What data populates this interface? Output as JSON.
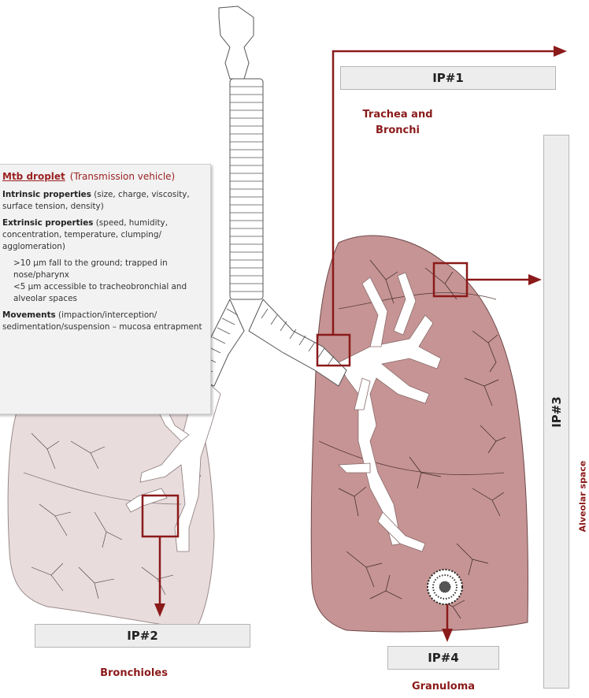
{
  "info_panel": {
    "title": "Mtb droplet",
    "subtitle": "(Transmission vehicle)",
    "intrinsic_label": "Intrinsic properties",
    "intrinsic_text": " (size, charge, viscosity, surface tension, density)",
    "extrinsic_label": "Extrinsic properties",
    "extrinsic_text": " (speed, humidity, concentration, temperature, clumping/ agglomeration)",
    "size_large": ">10 μm fall to the ground; trapped in nose/pharynx",
    "size_small": "<5 μm accessible to tracheobronchial and alveolar spaces",
    "movements_label": "Movements",
    "movements_text": " (impaction/interception/ sedimentation/suspension – mucosa entrapment"
  },
  "ip1": {
    "label": "IP#1",
    "site": "Trachea and Bronchi"
  },
  "ip2": {
    "label": "IP#2",
    "site": "Bronchioles"
  },
  "ip3": {
    "label": "IP#3",
    "site": "Alveolar space"
  },
  "ip4": {
    "label": "IP#4",
    "site": "Granuloma"
  },
  "colors": {
    "accent": "#8b1a1a",
    "lung_right": "#c69494",
    "lung_left": "#e9dcdc",
    "airway": "#ffffff",
    "box_fill": "#ededed"
  }
}
